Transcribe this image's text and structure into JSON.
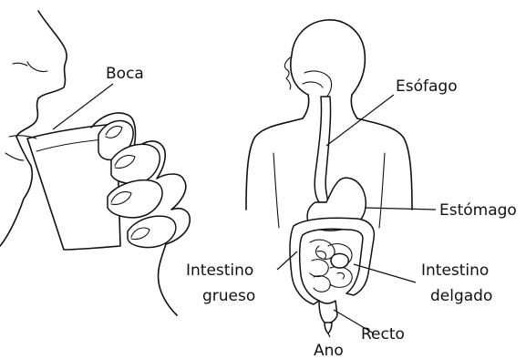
{
  "labels": {
    "boca": "Boca",
    "esofago": "Esófago",
    "estomago": "Estómago",
    "intestino_grueso_l1": "Intestino",
    "intestino_grueso_l2": "grueso",
    "intestino_delgado_l1": "Intestino",
    "intestino_delgado_l2": "delgado",
    "recto": "Recto",
    "ano": "Ano"
  }
}
